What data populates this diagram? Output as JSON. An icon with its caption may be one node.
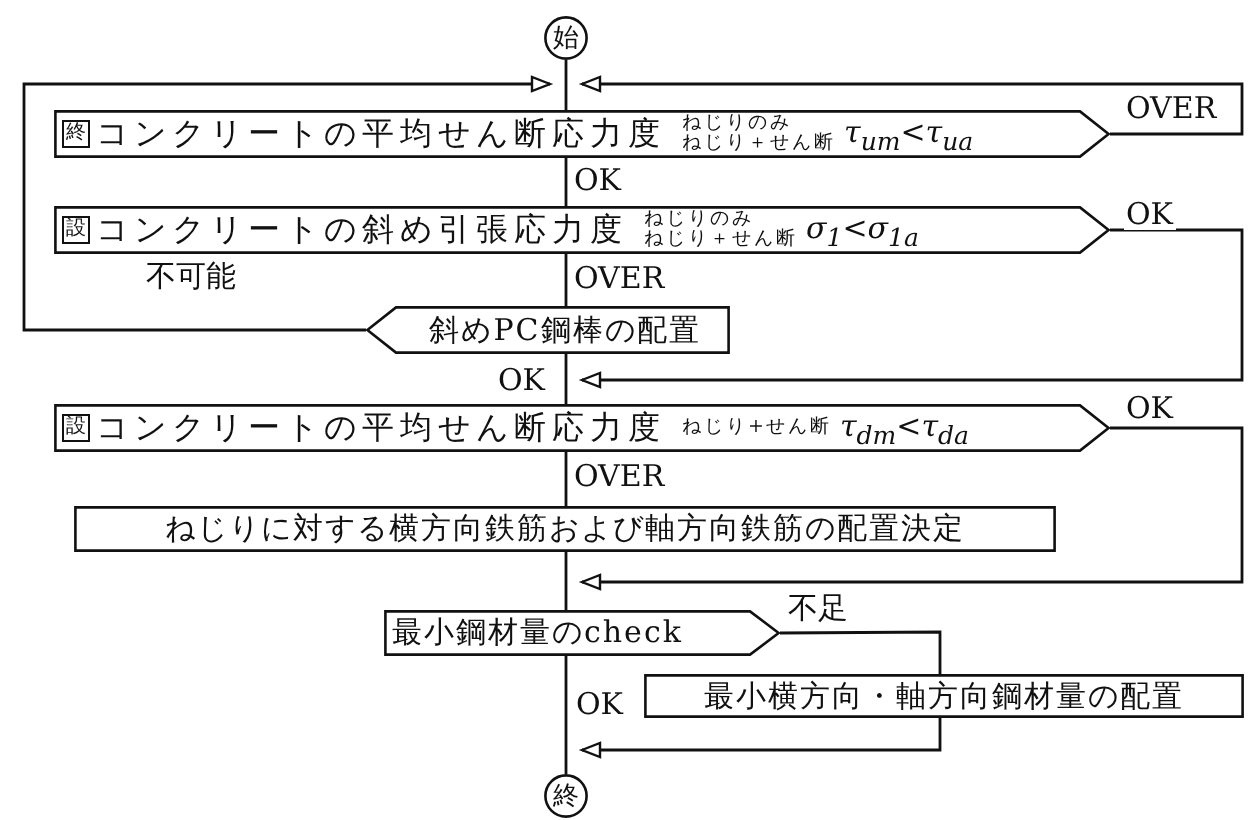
{
  "diagram": {
    "nodes": [
      {
        "text": [
          "始"
        ]
      },
      {
        "text": [
          "終",
          "コンクリートの平均せん断応力度",
          "ねじりのみ",
          "ねじり＋せん断",
          "τ$_{um}$<τ$_{ua}$"
        ]
      },
      {
        "text": [
          "設",
          "コンクリートの斜め引張応力度",
          "ねじりのみ",
          "ねじり＋せん断",
          "σ$_{1}$<σ$_{1a}$"
        ]
      },
      {
        "text": [
          "斜めPC鋼棒の配置"
        ]
      },
      {
        "text": [
          "設",
          "コンクリートの平均せん断応力度",
          "ねじり+せん断",
          "τ$_{dm}$<τ$_{da}$"
        ]
      },
      {
        "text": [
          "ねじりに対する横方向鉄筋および軸方向鉄筋の配置決定"
        ]
      },
      {
        "text": [
          "最小鋼材量のcheck"
        ]
      },
      {
        "text": [
          "最小横方向・軸方向鋼材量の配置"
        ]
      },
      {
        "text": [
          "終"
        ]
      }
    ],
    "edges": [
      {
        "from": 0,
        "to": 1,
        "arrow": "none"
      },
      {
        "from": 1,
        "to": 1,
        "arrow": "to",
        "label": "OVER"
      },
      {
        "from": 1,
        "to": 2,
        "arrow": "none",
        "label": "OK"
      },
      {
        "from": 2,
        "to": 4,
        "arrow": "to",
        "label": "OK"
      },
      {
        "from": 2,
        "to": 3,
        "arrow": "none",
        "label": "OVER"
      },
      {
        "from": 3,
        "to": 1,
        "arrow": "to",
        "label": "不可能"
      },
      {
        "from": 3,
        "to": 4,
        "arrow": "none",
        "label": "OK"
      },
      {
        "from": 4,
        "to": 5,
        "arrow": "none",
        "label": "OVER"
      },
      {
        "from": 4,
        "to": 6,
        "arrow": "to",
        "label": "OK"
      },
      {
        "from": 5,
        "to": 6,
        "arrow": "none"
      },
      {
        "from": 6,
        "to": 7,
        "arrow": "none",
        "label": "不足"
      },
      {
        "from": 7,
        "to": 8,
        "arrow": "to"
      },
      {
        "from": 6,
        "to": 8,
        "arrow": "none",
        "label": "OK"
      }
    ]
  }
}
